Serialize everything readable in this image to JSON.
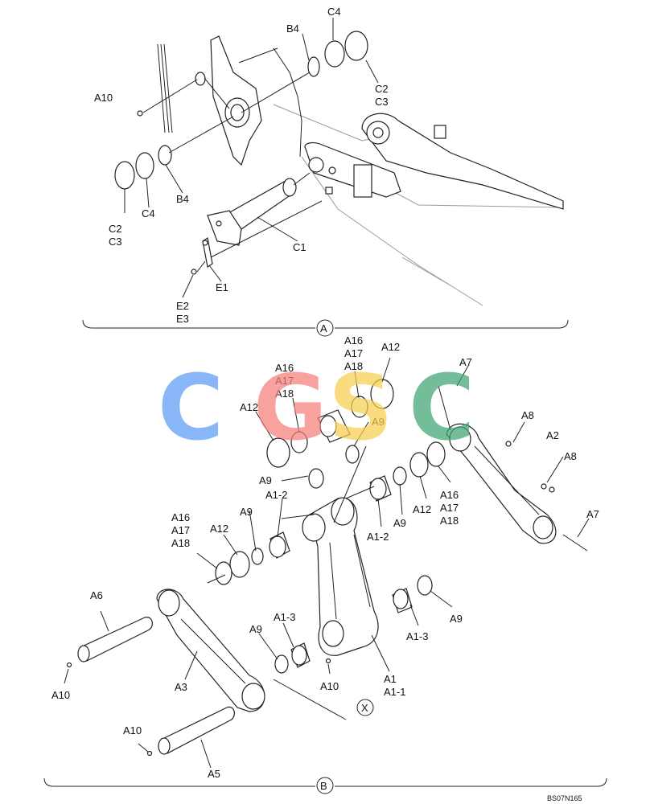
{
  "diagram": {
    "callouts": {
      "a10_top": "A10",
      "b4_top": "B4",
      "c4_top": "C4",
      "c2c3_top_1": "C2",
      "c2c3_top_2": "C3",
      "c2c3_left_1": "C2",
      "c2c3_left_2": "C3",
      "c4_left": "C4",
      "b4_left": "B4",
      "c1": "C1",
      "e1": "E1",
      "e2e3_1": "E2",
      "e2e3_2": "E3",
      "a16_top": "A16",
      "a17_top": "A17",
      "a18_top": "A18",
      "a12_top": "A12",
      "a16_mid": "A16",
      "a17_mid": "A17",
      "a18_mid": "A18",
      "a7_top": "A7",
      "a12_mid": "A12",
      "a9_mid": "A9",
      "a8_top": "A8",
      "a2": "A2",
      "a8_mid": "A8",
      "a9_left": "A9",
      "a1_2_top": "A1-2",
      "a16_right": "A16",
      "a17_right": "A17",
      "a18_right": "A18",
      "a12_right": "A12",
      "a9_right_mid": "A9",
      "a1_2_right": "A1-2",
      "a7_right": "A7",
      "a16_left": "A16",
      "a17_left": "A17",
      "a18_left": "A18",
      "a12_left": "A12",
      "a9_left2": "A9",
      "a6": "A6",
      "a10_left": "A10",
      "a3": "A3",
      "a9_low": "A9",
      "a1_3_low": "A1-3",
      "a10_low": "A10",
      "a1_3_right": "A1-3",
      "a9_right_low": "A9",
      "a1": "A1",
      "a1_1": "A1-1",
      "x_mark": "X",
      "a10_bottom": "A10",
      "a5": "A5"
    },
    "section_markers": {
      "a": "A",
      "b": "B"
    },
    "drawing_code": "BS07N165",
    "watermark": {
      "letters": [
        "C",
        "G",
        "S",
        "C"
      ],
      "colors": [
        "#5b9bf5",
        "#f47f7a",
        "#f7cf4f",
        "#3fa572"
      ]
    }
  }
}
